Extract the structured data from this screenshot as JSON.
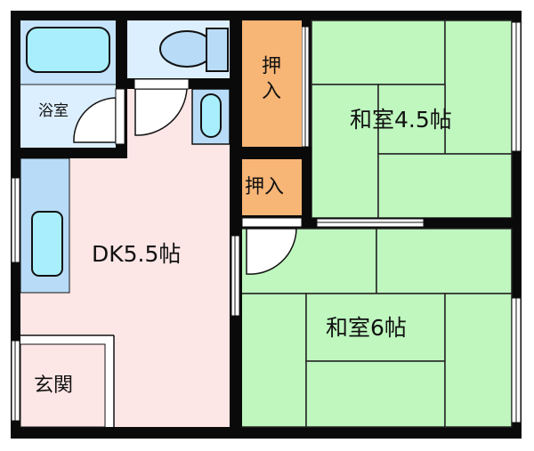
{
  "floor_plan": {
    "rooms": [
      {
        "id": "bathroom",
        "label": "浴室",
        "type": "bath"
      },
      {
        "id": "toilet",
        "label": "",
        "type": "toilet"
      },
      {
        "id": "dk",
        "label": "DK5.5帖",
        "type": "dining-kitchen",
        "size_jo": 5.5
      },
      {
        "id": "entrance",
        "label": "玄関",
        "type": "entrance"
      },
      {
        "id": "closet-upper",
        "label": "押入",
        "type": "closet"
      },
      {
        "id": "closet-lower",
        "label": "押入",
        "type": "closet"
      },
      {
        "id": "washitsu-4-5",
        "label": "和室4.5帖",
        "type": "tatami",
        "size_jo": 4.5
      },
      {
        "id": "washitsu-6",
        "label": "和室6帖",
        "type": "tatami",
        "size_jo": 6
      }
    ],
    "colors": {
      "wall": "#0a0a0a",
      "tatami": "#bff7bf",
      "dk_floor": "#fde6e6",
      "wet_area": "#dcefff",
      "fixture_blue": "#b8dcf7",
      "fixture_cyan": "#a9eefc",
      "closet": "#f7b576"
    }
  }
}
